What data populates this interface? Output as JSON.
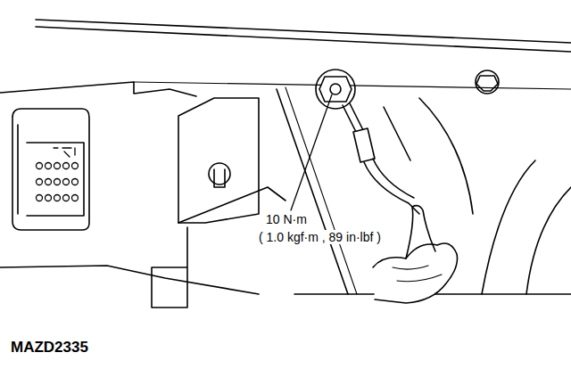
{
  "diagram": {
    "labels": [
      "10 N·m",
      "( 1.0 kgf·m , 89 in·lbf )",
      "MAZD2335"
    ]
  }
}
